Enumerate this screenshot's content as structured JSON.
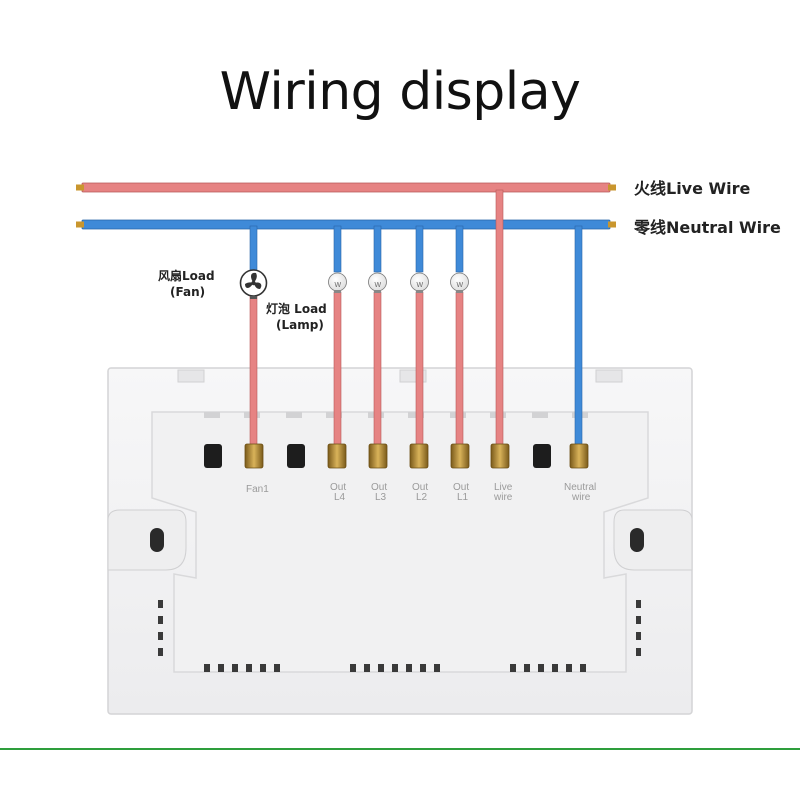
{
  "title": "Wiring display",
  "wires": {
    "live_label": "火线Live Wire",
    "neutral_label": "零线Neutral Wire",
    "live_color": "#e07a7a",
    "neutral_color": "#3c86d8"
  },
  "loads": {
    "fan": {
      "label_line1": "风扇Load",
      "label_line2": "(Fan)",
      "icon": "fan-icon"
    },
    "lamp": {
      "label_line1": "灯泡 Load",
      "label_line2": "(Lamp)",
      "icon": "bulb-icon",
      "bulb_mark": "W"
    }
  },
  "terminals": [
    {
      "id": "fan1",
      "line1": "Fan1",
      "line2": ""
    },
    {
      "id": "out-l4",
      "line1": "Out",
      "line2": "L4"
    },
    {
      "id": "out-l3",
      "line1": "Out",
      "line2": "L3"
    },
    {
      "id": "out-l2",
      "line1": "Out",
      "line2": "L2"
    },
    {
      "id": "out-l1",
      "line1": "Out",
      "line2": "L1"
    },
    {
      "id": "live-wire",
      "line1": "Live",
      "line2": "wire"
    },
    {
      "id": "neutral-wire",
      "line1": "Neutral",
      "line2": "wire"
    }
  ],
  "colors": {
    "plate": "#f3f3f4",
    "plate_border": "#d6d6d8",
    "terminal_brass": "#b8903a",
    "accent_line": "#2e9e3c"
  }
}
